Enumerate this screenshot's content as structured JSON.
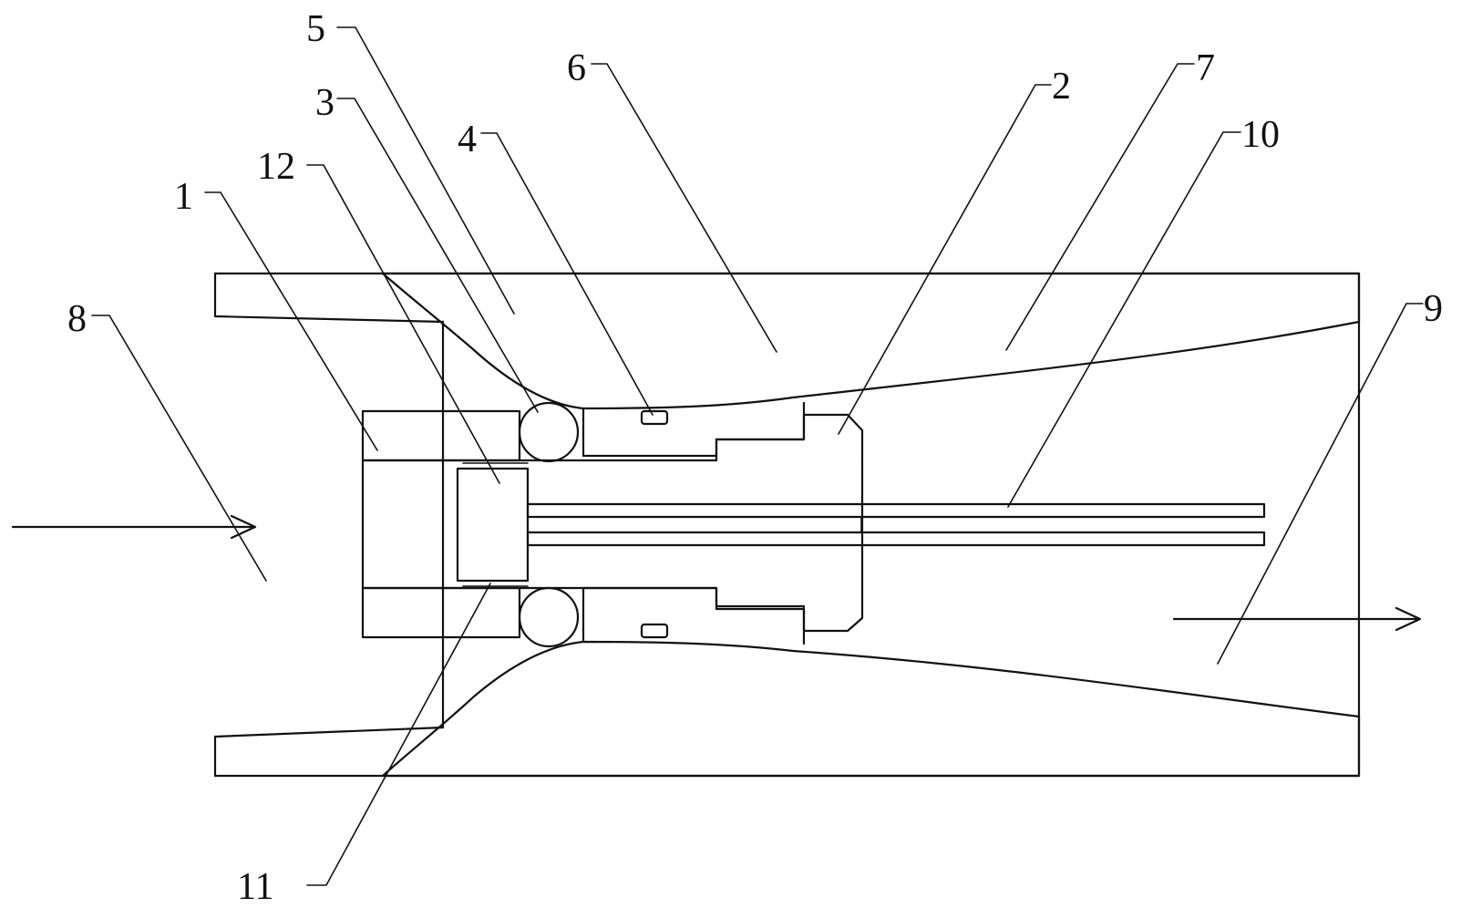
{
  "diagram": {
    "colors": {
      "line": "#111111",
      "background": "#ffffff"
    },
    "labels": {
      "l1": "1",
      "l2": "2",
      "l3": "3",
      "l4": "4",
      "l5": "5",
      "l6": "6",
      "l7": "7",
      "l8": "8",
      "l9": "9",
      "l10": "10",
      "l11": "11",
      "l12": "12"
    }
  }
}
